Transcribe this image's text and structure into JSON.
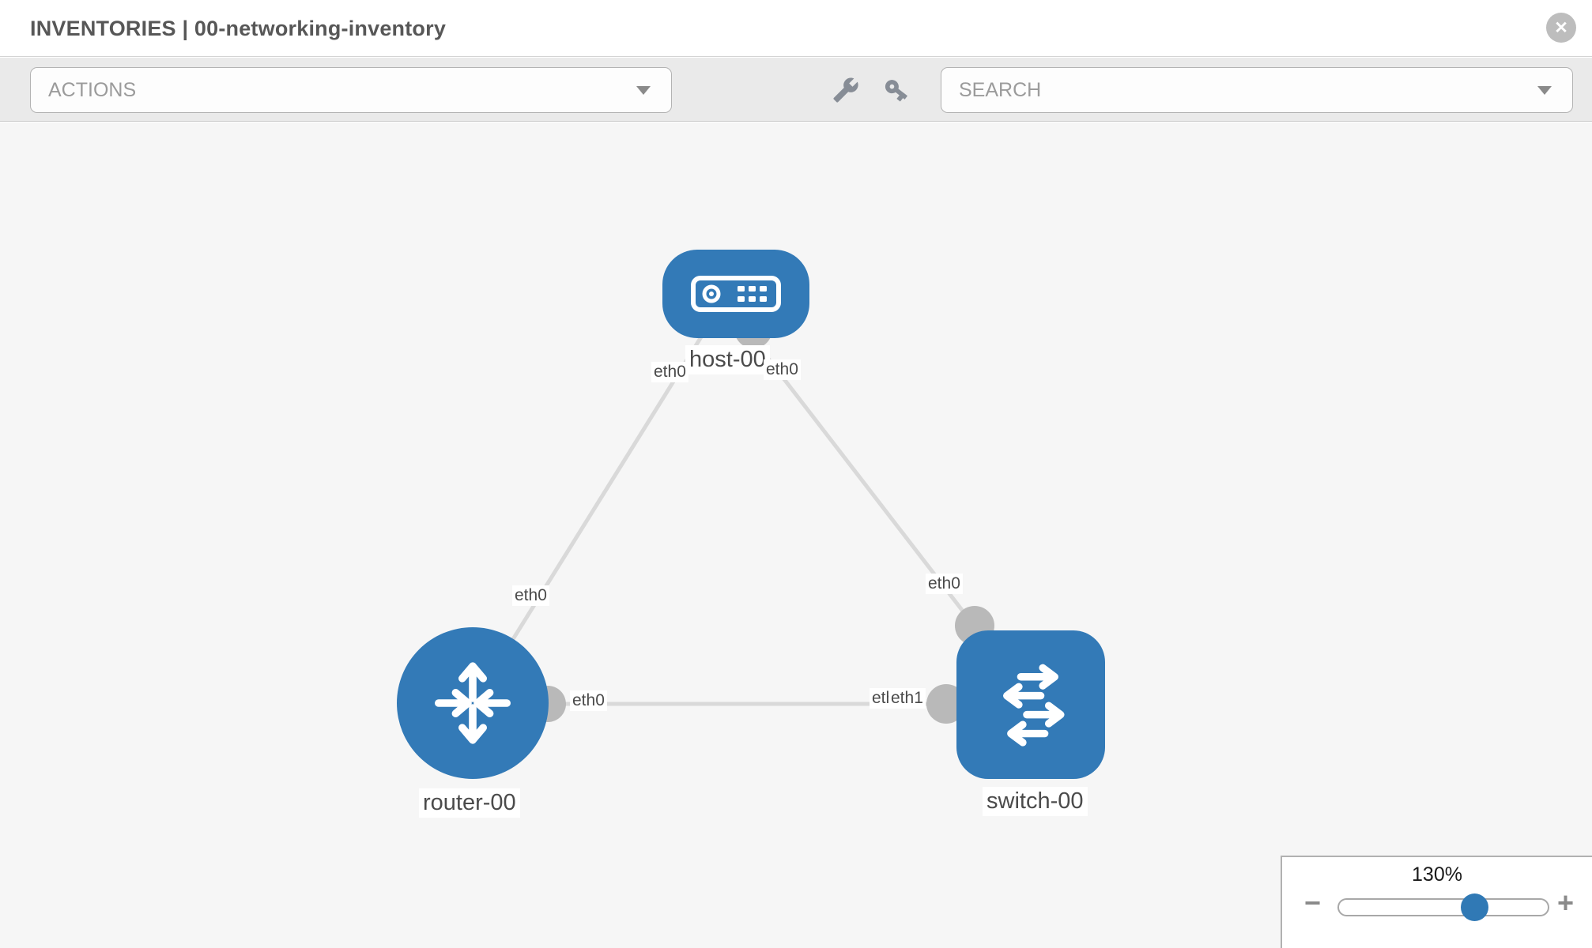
{
  "window": {
    "title": "INVENTORIES | 00-networking-inventory",
    "close_label": "✕"
  },
  "toolbar": {
    "actions": {
      "value": "ACTIONS"
    },
    "search": {
      "value": "SEARCH"
    },
    "icons": {
      "wrench": "wrench-icon",
      "key": "key-icon",
      "caret": "caret-down-icon"
    }
  },
  "topology": {
    "nodes": [
      {
        "label": "host-00",
        "type": "host",
        "icon": "server-icon"
      },
      {
        "label": "router-00",
        "type": "router",
        "icon": "router-arrows-icon"
      },
      {
        "label": "switch-00",
        "type": "switch",
        "icon": "switch-arrows-icon"
      }
    ],
    "interfaces": {
      "host_eth0_left": "eth0",
      "host_eth0_right": "eth0",
      "router_eth0_top": "eth0",
      "router_eth0_right": "eth0",
      "switch_eth0_top": "eth0",
      "switch_eth0_mid": "eth0",
      "switch_eth1_mid": "eth1"
    },
    "links": [
      {
        "from": "host-00",
        "to": "router-00",
        "from_if": "eth0",
        "to_if": "eth0"
      },
      {
        "from": "host-00",
        "to": "switch-00",
        "from_if": "eth0",
        "to_if": "eth0"
      },
      {
        "from": "router-00",
        "to": "switch-00",
        "from_if": "eth0",
        "to_if": "eth1"
      }
    ]
  },
  "zoom_control": {
    "level": "130%",
    "zoom_out_label": "−",
    "zoom_in_label": "+"
  },
  "colors": {
    "node_blue": "#337ab7",
    "edge_gray": "#d9d9d9",
    "connector_gray": "#b9b9b9",
    "toolbar_bg": "#eaeaea",
    "canvas_bg": "#f6f6f6"
  }
}
